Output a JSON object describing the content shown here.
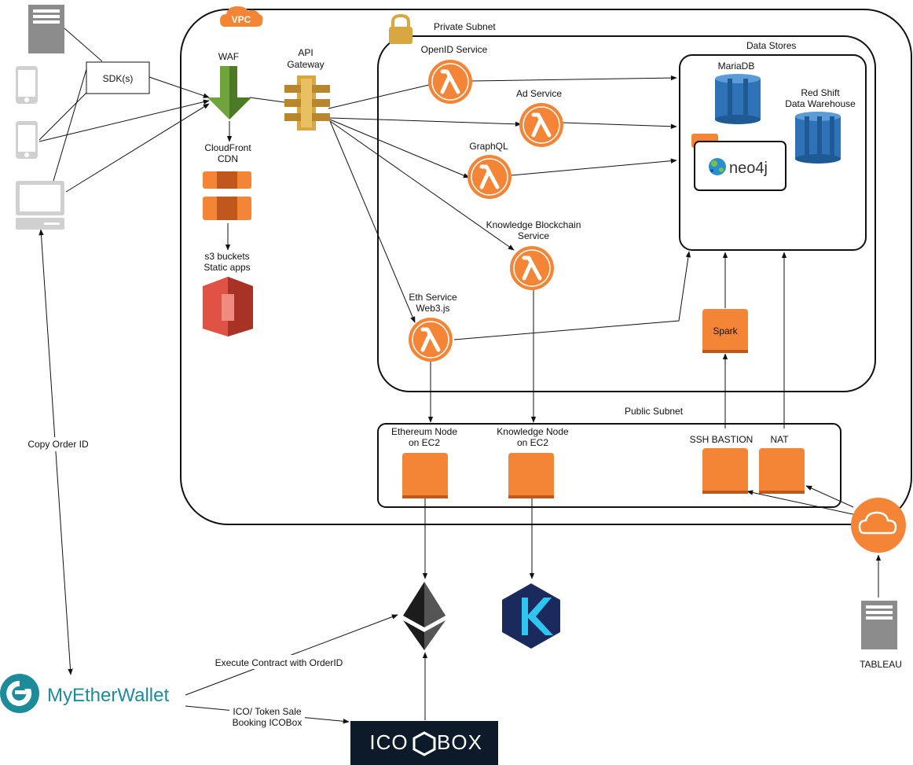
{
  "vpc": {
    "badge": "VPC"
  },
  "subnets": {
    "private": "Private Subnet",
    "public": "Public Subnet",
    "data_stores": "Data Stores"
  },
  "clients": {
    "sdk": "SDK(s)"
  },
  "edge_services": {
    "waf": "WAF",
    "api_gateway": [
      "API",
      "Gateway"
    ],
    "cloudfront": [
      "CloudFront",
      "CDN"
    ],
    "s3": [
      "s3 buckets",
      "Static apps"
    ]
  },
  "lambdas": {
    "openid": "OpenID Service",
    "ad": "Ad Service",
    "graphql": "GraphQL",
    "knowledge_blockchain": [
      "Knowledge Blockchain",
      "Service"
    ],
    "eth": [
      "Eth Service",
      "Web3.js"
    ]
  },
  "stores": {
    "mariadb": "MariaDB",
    "redshift": [
      "Red Shift",
      "Data Warehouse"
    ],
    "neo4j": "neo4j"
  },
  "compute": {
    "spark": "Spark",
    "ethereum_node": [
      "Ethereum Node",
      "on EC2"
    ],
    "knowledge_node": [
      "Knowledge Node",
      "on EC2"
    ],
    "ssh_bastion": "SSH BASTION",
    "nat": "NAT"
  },
  "external": {
    "tableau": "TABLEAU",
    "myetherwallet": "MyEtherWallet",
    "icobox_left": "ICO",
    "icobox_right": "BOX"
  },
  "edge_labels": {
    "copy_order": "Copy Order ID",
    "execute_contract": "Execute Contract with OrderID",
    "ico_sale": [
      "ICO/ Token Sale",
      "Booking ICOBox"
    ]
  },
  "colors": {
    "aws_orange": "#f58536",
    "waf_green": "#6ea43b",
    "gateway_gold": "#d9a741",
    "s3_red": "#e05243",
    "db_blue": "#2e73b8",
    "server_gray": "#8c8c8c",
    "mew_teal": "#1d8c9a"
  }
}
